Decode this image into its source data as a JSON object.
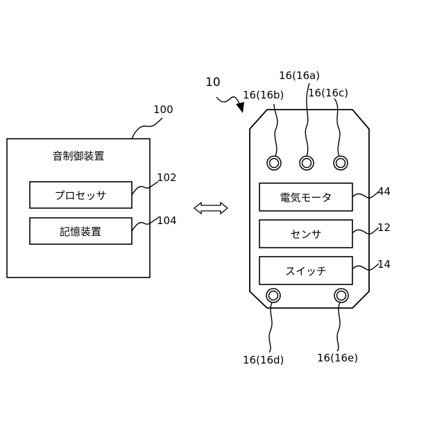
{
  "controller": {
    "ref": "100",
    "title": "音制御装置",
    "processor": {
      "label": "プロセッサ",
      "ref": "102"
    },
    "storage": {
      "label": "記憶装置",
      "ref": "104"
    }
  },
  "device": {
    "ref": "10",
    "motor": {
      "label": "電気モータ",
      "ref": "44"
    },
    "sensor": {
      "label": "センサ",
      "ref": "12"
    },
    "switch": {
      "label": "スイッチ",
      "ref": "14"
    },
    "sound_outputs": {
      "a": "16(16a)",
      "b": "16(16b)",
      "c": "16(16c)",
      "d": "16(16d)",
      "e": "16(16e)"
    }
  }
}
